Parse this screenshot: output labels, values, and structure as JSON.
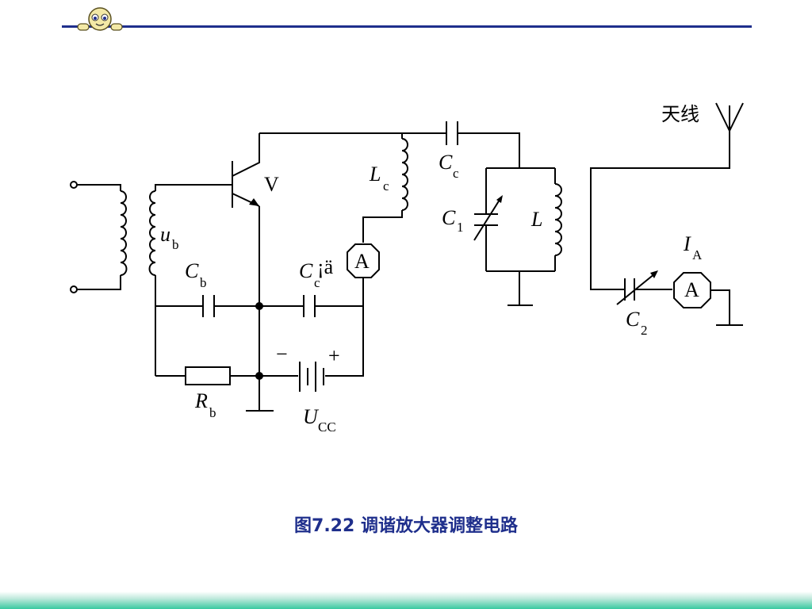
{
  "caption": "图7.22  调谐放大器调整电路",
  "labels": {
    "transistor": "V",
    "ub": "u",
    "ub_sub": "b",
    "lc": "L",
    "lc_sub": "c",
    "cc": "C",
    "cc_sub": "c",
    "c1": "C",
    "c1_sub": "1",
    "l": "L",
    "cb": "C",
    "cb_sub": "b",
    "cc2": "C",
    "cc2_sub": "c",
    "cc2_garble": "¡ä",
    "ammeter1": "A",
    "ammeter2": "A",
    "ia": "I",
    "ia_sub": "A",
    "c2": "C",
    "c2_sub": "2",
    "rb": "R",
    "rb_sub": "b",
    "ucc": "U",
    "ucc_sub": "CC",
    "minus": "−",
    "plus": "+",
    "antenna": "天线"
  }
}
